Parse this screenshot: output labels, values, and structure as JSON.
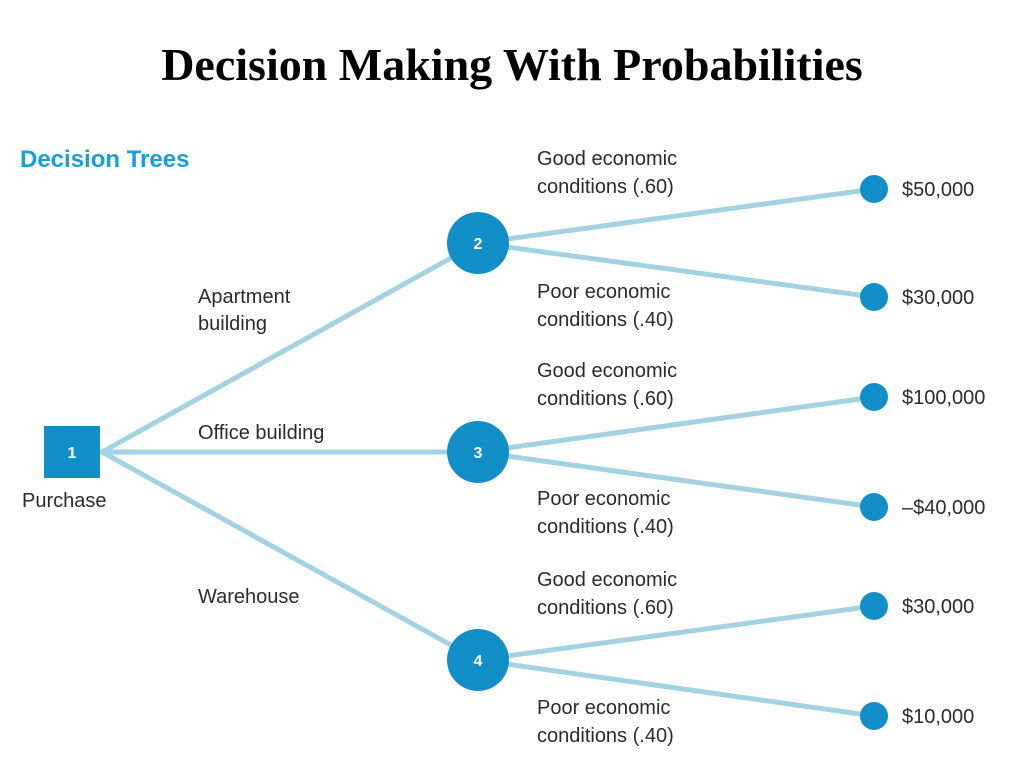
{
  "title": "Decision Making With Probabilities",
  "subtitle": "Decision Trees",
  "colors": {
    "accent": "#1a9ed8",
    "node_fill": "#128fc6",
    "branch": "#a3d3e1",
    "text": "#2b2b2b"
  },
  "root": {
    "number": "1",
    "label": "Purchase"
  },
  "alternatives": [
    {
      "label_lines": [
        "Apartment",
        "building"
      ],
      "node": "2",
      "outcomes": [
        {
          "condition_lines": [
            "Good economic",
            "conditions (.60)"
          ],
          "payoff": "$50,000"
        },
        {
          "condition_lines": [
            "Poor economic",
            "conditions (.40)"
          ],
          "payoff": "$30,000"
        }
      ]
    },
    {
      "label_lines": [
        "Office building"
      ],
      "node": "3",
      "outcomes": [
        {
          "condition_lines": [
            "Good economic",
            "conditions (.60)"
          ],
          "payoff": "$100,000"
        },
        {
          "condition_lines": [
            "Poor economic",
            "conditions (.40)"
          ],
          "payoff": "–$40,000"
        }
      ]
    },
    {
      "label_lines": [
        "Warehouse"
      ],
      "node": "4",
      "outcomes": [
        {
          "condition_lines": [
            "Good economic",
            "conditions (.60)"
          ],
          "payoff": "$30,000"
        },
        {
          "condition_lines": [
            "Poor economic",
            "conditions (.40)"
          ],
          "payoff": "$10,000"
        }
      ]
    }
  ]
}
